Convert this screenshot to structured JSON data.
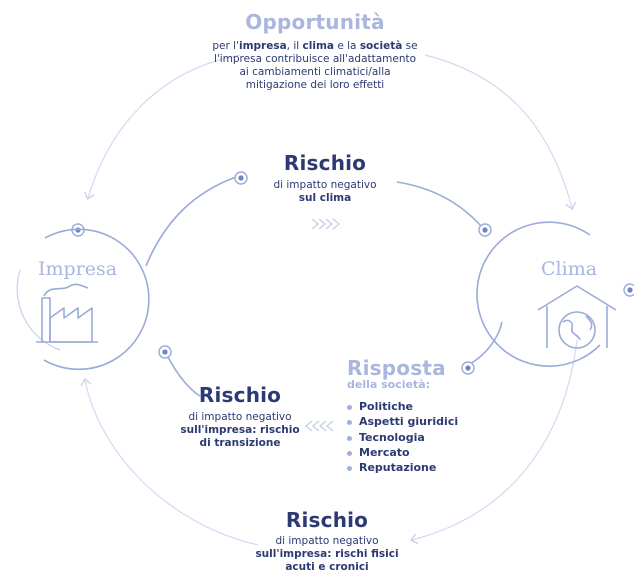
{
  "colors": {
    "dark": "#2b3a73",
    "light": "#a9b6dd",
    "line": "#c7d0ea"
  },
  "opportunita": {
    "title": "Opportunità",
    "line1_a": "per l'",
    "line1_b": "impresa",
    "line1_c": ", il ",
    "line1_d": "clima",
    "line1_e": " e la ",
    "line1_f": "società",
    "line1_g": " se",
    "line2": "l'impresa contribuisce all'adattamento",
    "line3": "ai cambiamenti climatici/alla",
    "line4": "mitigazione dei loro effetti"
  },
  "rischio_clima": {
    "title": "Rischio",
    "line1": "di impatto negativo",
    "line2": "sul clima"
  },
  "rischio_transizione": {
    "title": "Rischio",
    "line1": "di impatto negativo",
    "line2": "sull'impresa: rischio",
    "line3": "di transizione"
  },
  "rischio_fisici": {
    "title": "Rischio",
    "line1": "di impatto negativo",
    "line2": "sull'impresa: rischi fisici",
    "line3": "acuti e cronici"
  },
  "risposta": {
    "title": "Risposta",
    "subtitle": "della società:",
    "items": [
      "Politiche",
      "Aspetti giuridici",
      "Tecnologia",
      "Mercato",
      "Reputazione"
    ]
  },
  "nodes": {
    "impresa": "Impresa",
    "clima": "Clima"
  },
  "icons": {
    "factory": "factory-icon",
    "house_globe": "house-globe-icon"
  }
}
